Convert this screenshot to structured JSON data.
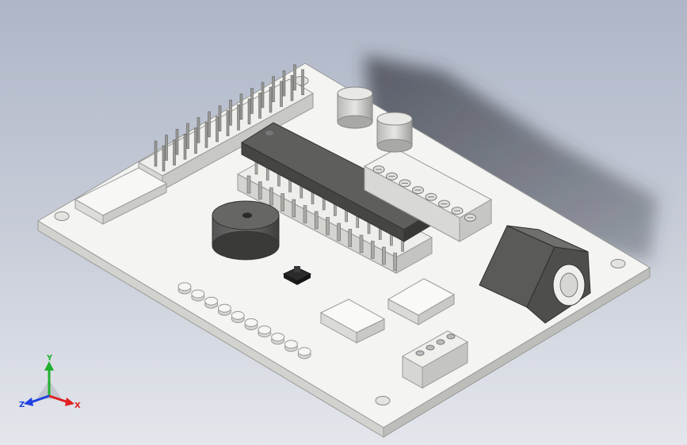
{
  "viewport": {
    "background_top": "#aeb6c7",
    "background_bottom": "#e4e6ec"
  },
  "model": {
    "board_color": "#f3f3f1",
    "ic_color": "#5a5a58",
    "component_dark": "#4a4a48"
  },
  "triad": {
    "x_label": "X",
    "y_label": "Y",
    "z_label": "Z",
    "x_color": "#e02020",
    "y_color": "#20b030",
    "z_color": "#2040e0"
  }
}
